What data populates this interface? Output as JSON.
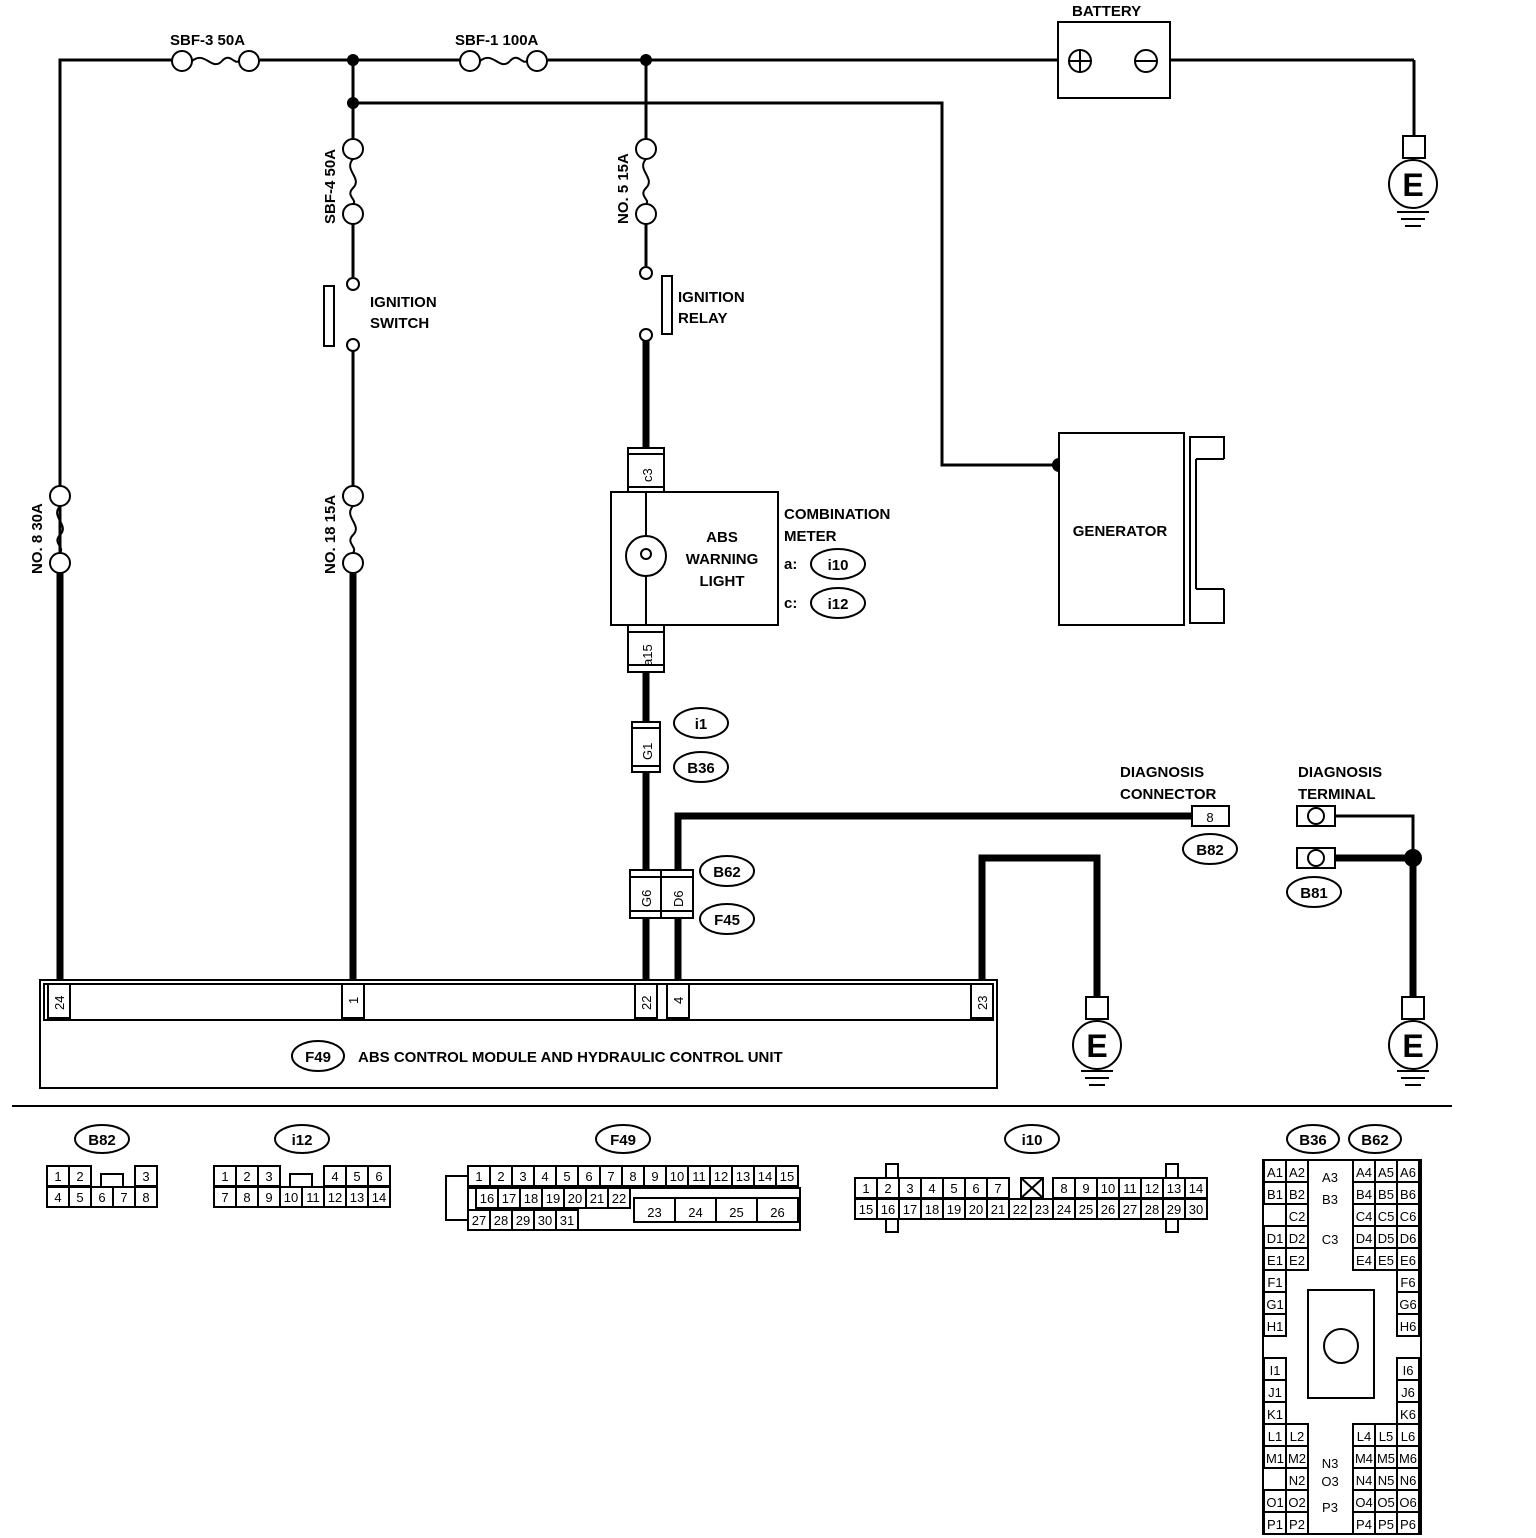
{
  "fuses": {
    "sbf3": "SBF-3 50A",
    "sbf1": "SBF-1 100A",
    "sbf4": "SBF-4 50A",
    "no5": "NO. 5 15A",
    "no8": "NO. 8 30A",
    "no18": "NO. 18 15A"
  },
  "battery": {
    "label": "BATTERY"
  },
  "ignition_switch": {
    "line1": "IGNITION",
    "line2": "SWITCH"
  },
  "ignition_relay": {
    "line1": "IGNITION",
    "line2": "RELAY"
  },
  "generator": {
    "label": "GENERATOR"
  },
  "combination_meter": {
    "line1": "COMBINATION",
    "line2": "METER",
    "a_prefix": "a:",
    "a_connector": "i10",
    "c_prefix": "c:",
    "c_connector": "i12",
    "pin_top": "c3",
    "pin_bottom": "a15"
  },
  "abs_light": {
    "line1": "ABS",
    "line2": "WARNING",
    "line3": "LIGHT"
  },
  "connectors": {
    "g1_pin": "G1",
    "i1": "i1",
    "b36": "B36",
    "g6_pin": "G6",
    "d6_pin": "D6",
    "b62": "B62",
    "f45": "F45"
  },
  "diagnosis_connector": {
    "line1": "DIAGNOSIS",
    "line2": "CONNECTOR",
    "pin": "8",
    "id": "B82"
  },
  "diagnosis_terminal": {
    "line1": "DIAGNOSIS",
    "line2": "TERMINAL",
    "id": "B81"
  },
  "ground_label": "E",
  "abs_module": {
    "id": "F49",
    "label": "ABS CONTROL MODULE AND HYDRAULIC CONTROL UNIT",
    "pins": [
      "24",
      "1",
      "22",
      "4",
      "23"
    ]
  },
  "connector_views": {
    "b82": {
      "id": "B82",
      "row1": [
        "1",
        "2",
        "3"
      ],
      "row2": [
        "4",
        "5",
        "6",
        "7",
        "8"
      ]
    },
    "i12": {
      "id": "i12",
      "row1": [
        "1",
        "2",
        "3",
        "4",
        "5",
        "6"
      ],
      "row2": [
        "7",
        "8",
        "9",
        "10",
        "11",
        "12",
        "13",
        "14"
      ]
    },
    "f49": {
      "id": "F49",
      "row1": [
        "1",
        "2",
        "3",
        "4",
        "5",
        "6",
        "7",
        "8",
        "9",
        "10",
        "11",
        "12",
        "13",
        "14",
        "15"
      ],
      "row2": [
        "16",
        "17",
        "18",
        "19",
        "20",
        "21",
        "22"
      ],
      "row2_big": [
        "23",
        "24",
        "25",
        "26"
      ],
      "row3": [
        "27",
        "28",
        "29",
        "30",
        "31"
      ]
    },
    "i10": {
      "id": "i10",
      "row1": [
        "1",
        "2",
        "3",
        "4",
        "5",
        "6",
        "7",
        "8",
        "9",
        "10",
        "11",
        "12",
        "13",
        "14"
      ],
      "row2": [
        "15",
        "16",
        "17",
        "18",
        "19",
        "20",
        "21",
        "22",
        "23",
        "24",
        "25",
        "26",
        "27",
        "28",
        "29",
        "30"
      ]
    },
    "b36_b62": {
      "ids": [
        "B36",
        "B62"
      ],
      "left": [
        "A1",
        "A2",
        "B1",
        "B2",
        "C2",
        "D1",
        "D2",
        "E1",
        "E2",
        "F1",
        "G1",
        "H1",
        "I1",
        "J1",
        "K1",
        "L1",
        "L2",
        "M1",
        "M2",
        "N2",
        "O1",
        "O2",
        "P1",
        "P2"
      ],
      "center": [
        "A3",
        "B3",
        "C3",
        "N3",
        "O3",
        "P3"
      ],
      "right": [
        "A4",
        "A5",
        "A6",
        "B4",
        "B5",
        "B6",
        "C4",
        "C5",
        "C6",
        "D4",
        "D5",
        "D6",
        "E4",
        "E5",
        "E6",
        "F6",
        "G6",
        "H6",
        "I6",
        "J6",
        "K6",
        "L4",
        "L5",
        "L6",
        "M4",
        "M5",
        "M6",
        "N4",
        "N5",
        "N6",
        "O4",
        "O5",
        "O6",
        "P4",
        "P5",
        "P6"
      ]
    }
  }
}
